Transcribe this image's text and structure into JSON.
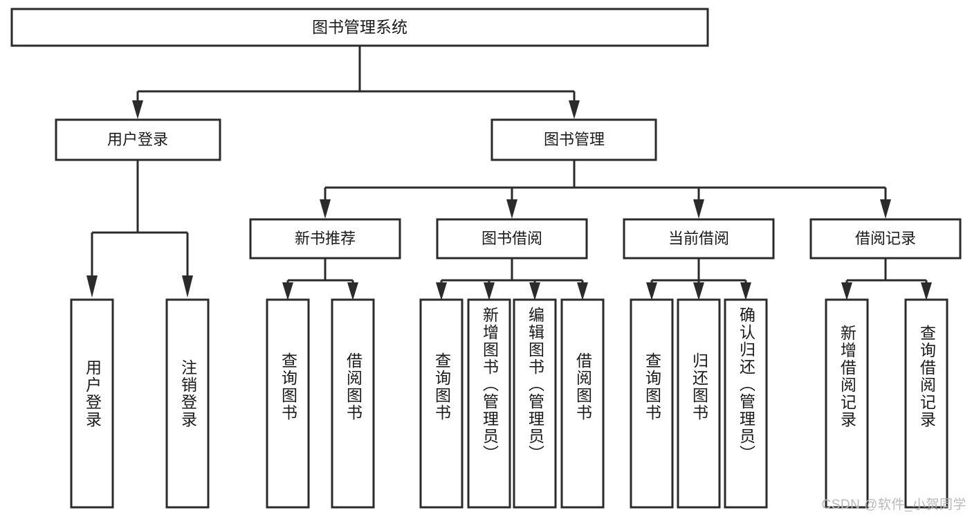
{
  "diagram": {
    "type": "tree",
    "title": "图书管理系统",
    "orientation": "top-down",
    "colors": {
      "box_stroke": "#2b2b2b",
      "box_fill": "#ffffff",
      "text": "#1a1a1a",
      "connector": "#2b2b2b",
      "background": "#ffffff",
      "watermark": "#b9b9b9"
    },
    "root": {
      "label": "图书管理系统"
    },
    "level2": [
      {
        "label": "用户登录"
      },
      {
        "label": "图书管理"
      }
    ],
    "level3": [
      {
        "label": "新书推荐"
      },
      {
        "label": "图书借阅"
      },
      {
        "label": "当前借阅"
      },
      {
        "label": "借阅记录"
      }
    ],
    "leaves": {
      "user_login": [
        {
          "label": "用户登录"
        },
        {
          "label": "注销登录"
        }
      ],
      "new_book_recommend": [
        {
          "label": "查询图书"
        },
        {
          "label": "借阅图书"
        }
      ],
      "book_borrow": [
        {
          "label": "查询图书"
        },
        {
          "label": "新增图书（管理员）"
        },
        {
          "label": "编辑图书（管理员）"
        },
        {
          "label": "借阅图书"
        }
      ],
      "current_borrow": [
        {
          "label": "查询图书"
        },
        {
          "label": "归还图书"
        },
        {
          "label": "确认归还（管理员）"
        }
      ],
      "borrow_record": [
        {
          "label": "新增借阅记录"
        },
        {
          "label": "查询借阅记录"
        }
      ]
    }
  },
  "watermark": {
    "text": "CSDN @软件_小贺同学"
  }
}
